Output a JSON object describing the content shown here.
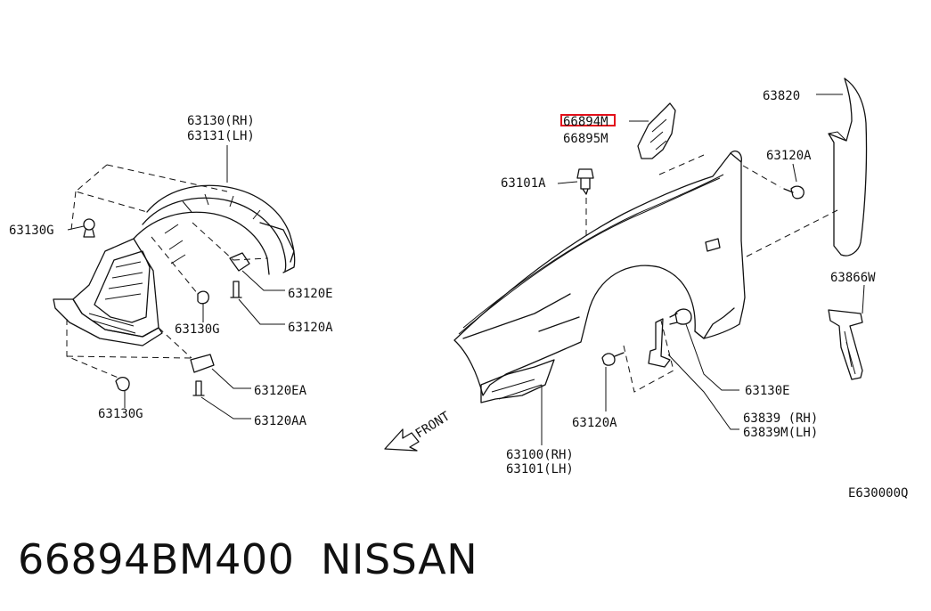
{
  "callouts": {
    "c63130rh": "63130(RH)",
    "c63131lh": "63131(LH)",
    "c63130g_a": "63130G",
    "c63120e": "63120E",
    "c63130g_b": "63130G",
    "c63120a_a": "63120A",
    "c63120ea": "63120EA",
    "c63130g_c": "63130G",
    "c63120aa": "63120AA",
    "c66894m": "66894M",
    "c66895m": "66895M",
    "c63101a": "63101A",
    "c63820": "63820",
    "c63120a_b": "63120A",
    "c63866w": "63866W",
    "c63130e": "63130E",
    "c63839rh": "63839 (RH)",
    "c63839mlh": "63839M(LH)",
    "c63120a_c": "63120A",
    "c63100rh": "63100(RH)",
    "c63101lh": "63101(LH)",
    "front": "FRONT",
    "diagram_code": "E630000Q"
  },
  "footer": {
    "part_number": "66894BM400",
    "brand": "NISSAN"
  },
  "colors": {
    "highlight": "#e3101b",
    "line": "#111111"
  }
}
